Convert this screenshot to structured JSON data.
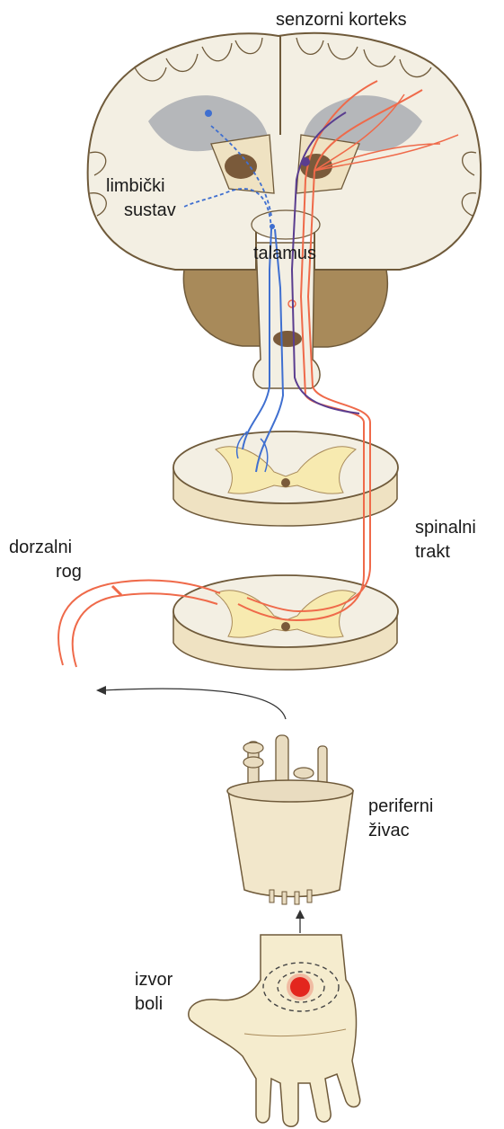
{
  "labels": {
    "sensory_cortex": "senzorni korteks",
    "limbic_line1": "limbički",
    "limbic_line2": "sustav",
    "thalamus": "talamus",
    "spinal_tract_line1": "spinalni",
    "spinal_tract_line2": "trakt",
    "dorsal_horn_line1": "dorzalni",
    "dorsal_horn_line2": "rog",
    "peripheral_nerve_line1": "periferni",
    "peripheral_nerve_line2": "živac",
    "pain_source_line1": "izvor",
    "pain_source_line2": "boli"
  },
  "colors": {
    "pain_pathway": "#ef6a4a",
    "affective_pathway": "#3f6fd0",
    "discriminative_pathway": "#5a3d8f",
    "brain_white_matter": "#f3efe3",
    "brain_grey_matter": "#aeb0b5",
    "brainstem": "#a88a5a",
    "tissue": "#f5ecce",
    "pain_spot": "#e3261e"
  }
}
